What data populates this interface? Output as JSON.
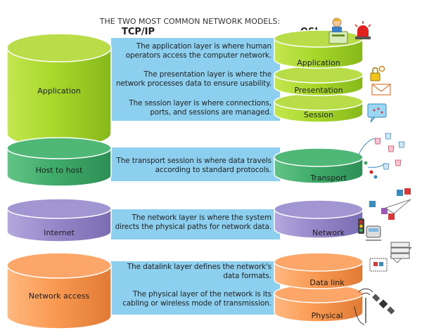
{
  "title": "THE TWO MOST COMMON NETWORK MODELS:",
  "headers": {
    "tcpip": "TCP/IP",
    "osi": "OSI"
  },
  "tcpip_layers": [
    {
      "label": "Application",
      "color": "#a6d62a"
    },
    {
      "label": "Host to host",
      "color": "#3fab6a"
    },
    {
      "label": "Internet",
      "color": "#9687c9"
    },
    {
      "label": "Network access",
      "color": "#f99a52"
    }
  ],
  "osi_layers": [
    {
      "label": "Application",
      "color": "#a6d62a"
    },
    {
      "label": "Presentation",
      "color": "#a6d62a"
    },
    {
      "label": "Session",
      "color": "#a6d62a"
    },
    {
      "label": "Transport",
      "color": "#3fab6a"
    },
    {
      "label": "Network",
      "color": "#9687c9"
    },
    {
      "label": "Data link",
      "color": "#f99a52"
    },
    {
      "label": "Physical",
      "color": "#f99a52"
    }
  ],
  "descriptions": [
    [
      "The application layer is where human",
      "operators access the computer network."
    ],
    [
      "The presentation layer is where the",
      "network processes data to ensure usability."
    ],
    [
      "The session layer is where connections,",
      "ports, and sessions are managed."
    ],
    [
      "The transport session is where data travels",
      "according to standard protocols."
    ],
    [
      "The network layer is where the system",
      "directs the physical paths for network data."
    ],
    [
      "The datalink layer defines the network's",
      "data formats."
    ],
    [
      "The physical layer of the network is its",
      "cabling or wireless mode of transmission."
    ]
  ],
  "band_color": "#8ccfee",
  "icons": [
    "operator-icon",
    "alarm-light-icon",
    "lock-key-icon",
    "envelope-icon",
    "chat-bubble-icon",
    "buckets-icon",
    "puzzle-icon",
    "paper-plane-icon",
    "traffic-light-icon",
    "train-icon",
    "server-icon",
    "satellite-icon",
    "antenna-icon"
  ]
}
